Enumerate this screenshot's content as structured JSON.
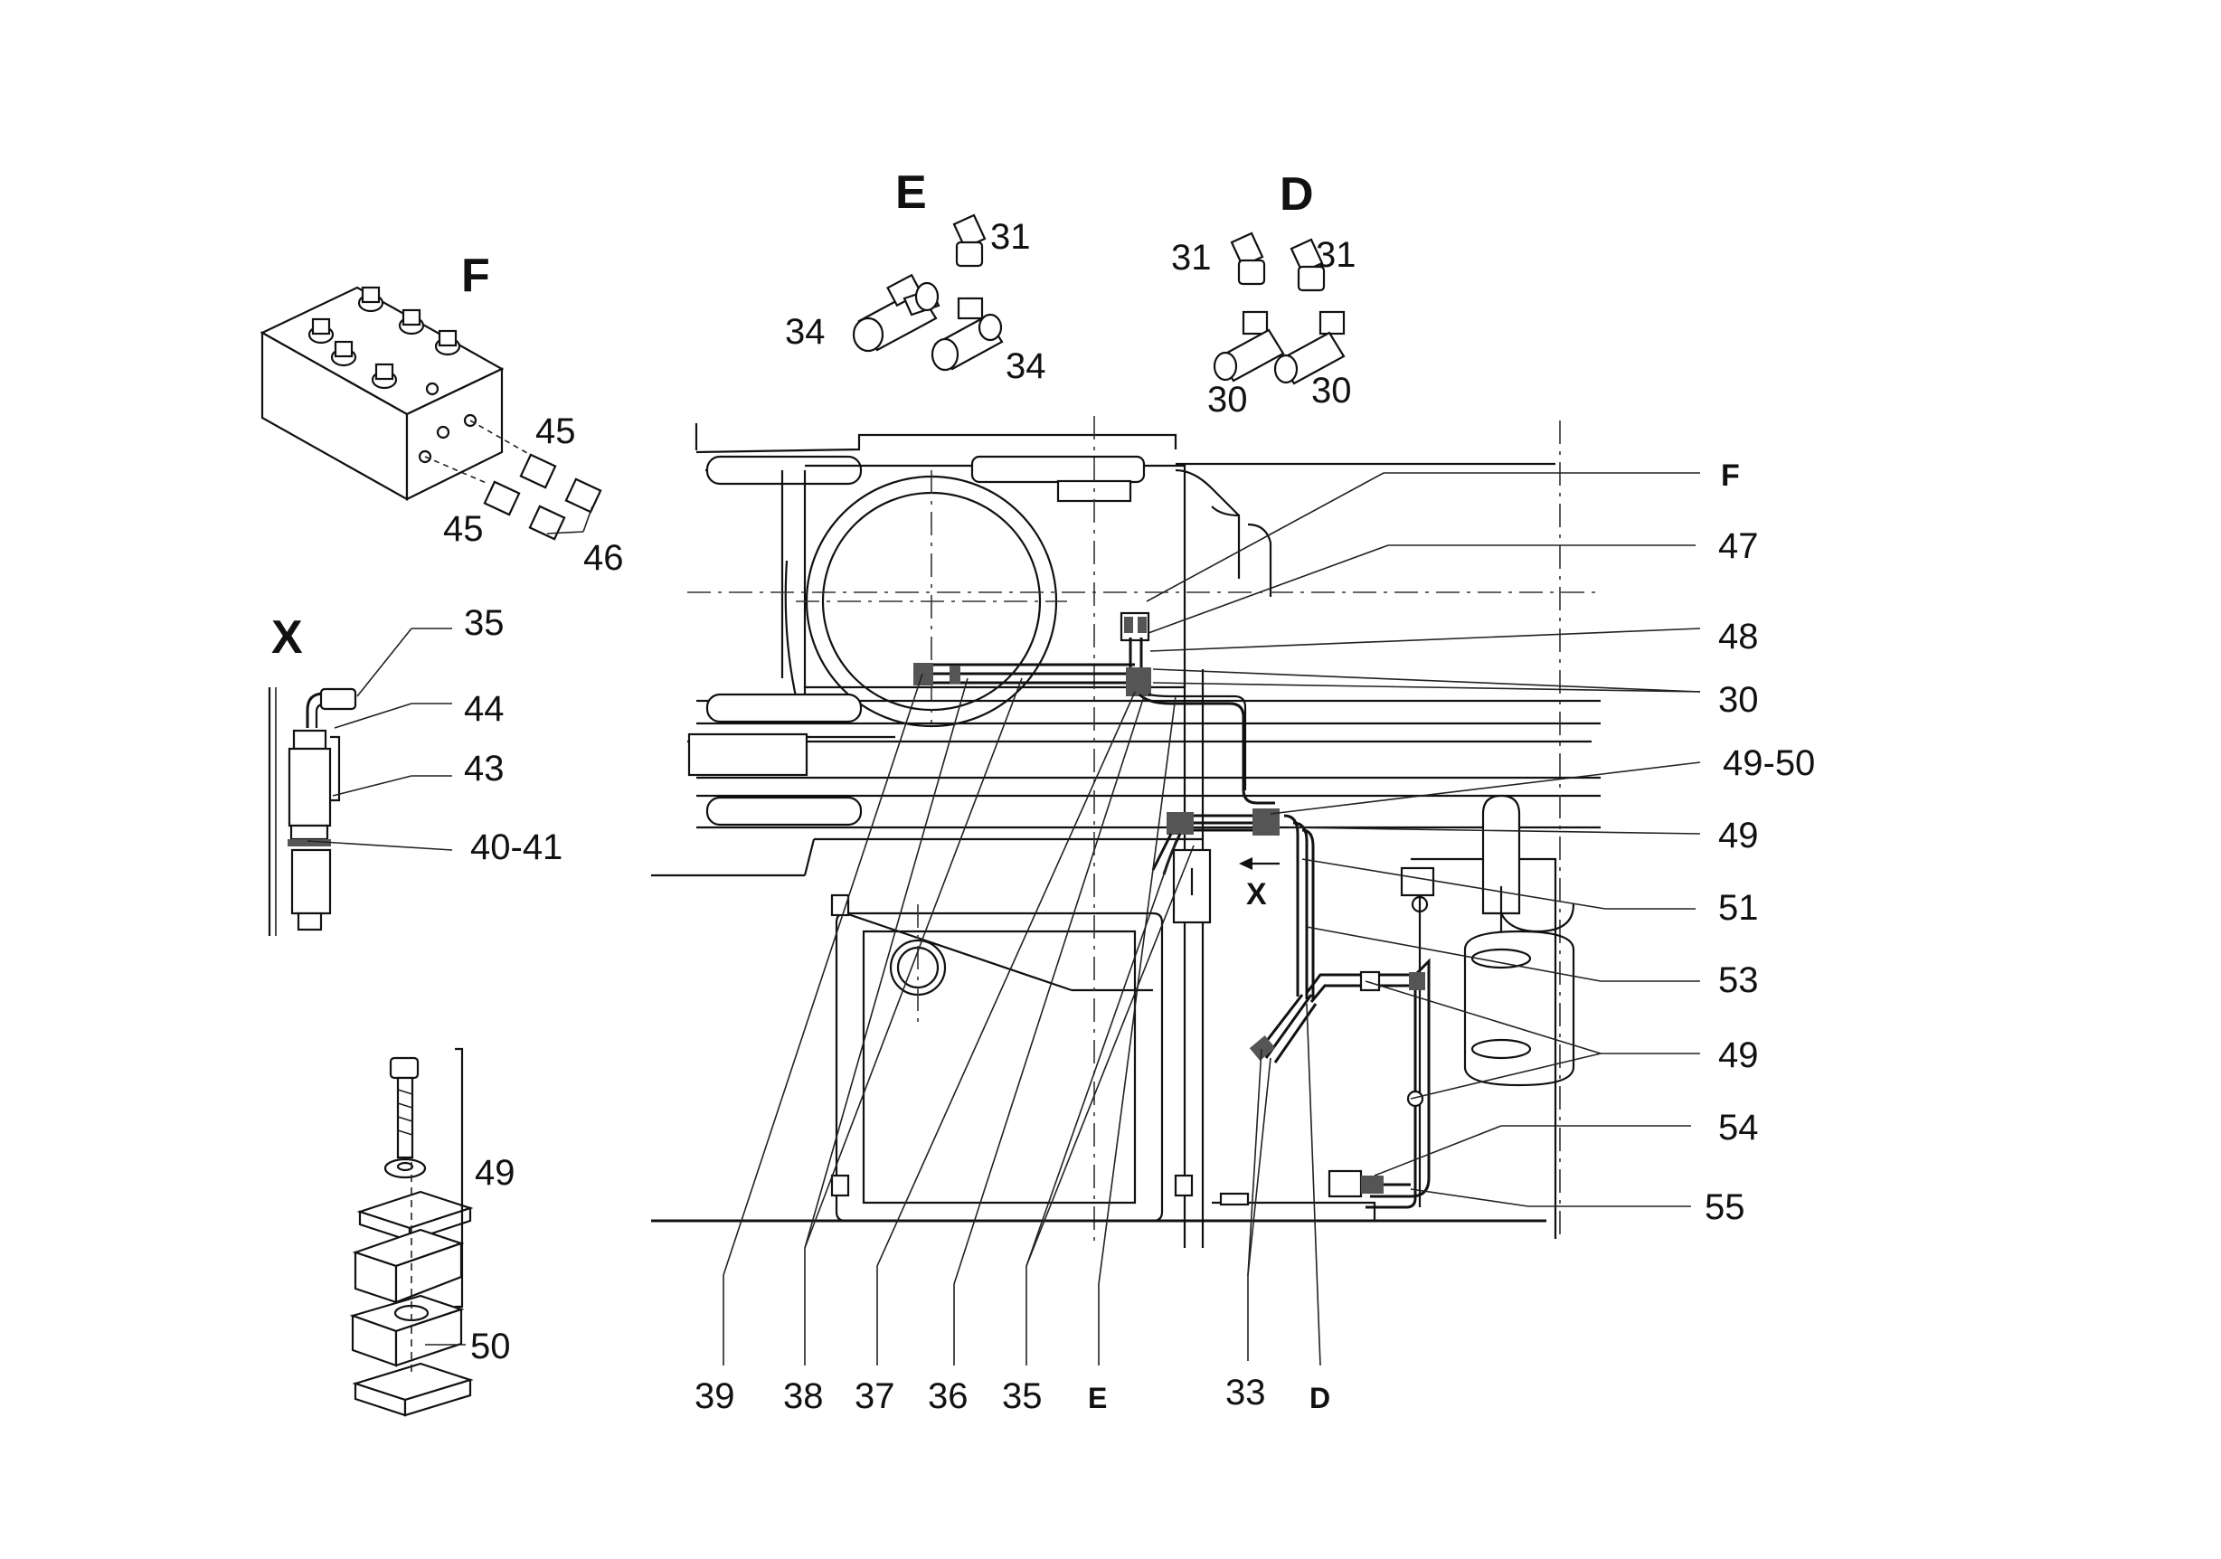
{
  "views": {
    "F": "F",
    "E": "E",
    "D": "D",
    "X": "X"
  },
  "labels": {
    "v_f_45a": "45",
    "v_f_45b": "45",
    "v_f_46": "46",
    "v_e_31": "31",
    "v_e_34a": "34",
    "v_e_34b": "34",
    "v_d_31a": "31",
    "v_d_31b": "31",
    "v_d_30a": "30",
    "v_d_30b": "30",
    "v_x_35": "35",
    "v_x_44": "44",
    "v_x_43": "43",
    "v_x_40_41": "40-41",
    "v_49": "49",
    "v_50": "50",
    "r_F": "F",
    "r_47": "47",
    "r_48": "48",
    "r_30": "30",
    "r_49_50": "49-50",
    "r_49a": "49",
    "r_51": "51",
    "r_53": "53",
    "r_49b": "49",
    "r_54": "54",
    "r_55": "55",
    "b_39": "39",
    "b_38": "38",
    "b_37": "37",
    "b_36": "36",
    "b_35": "35",
    "b_E": "E",
    "b_33": "33",
    "b_D": "D",
    "arrow_X": "X"
  }
}
